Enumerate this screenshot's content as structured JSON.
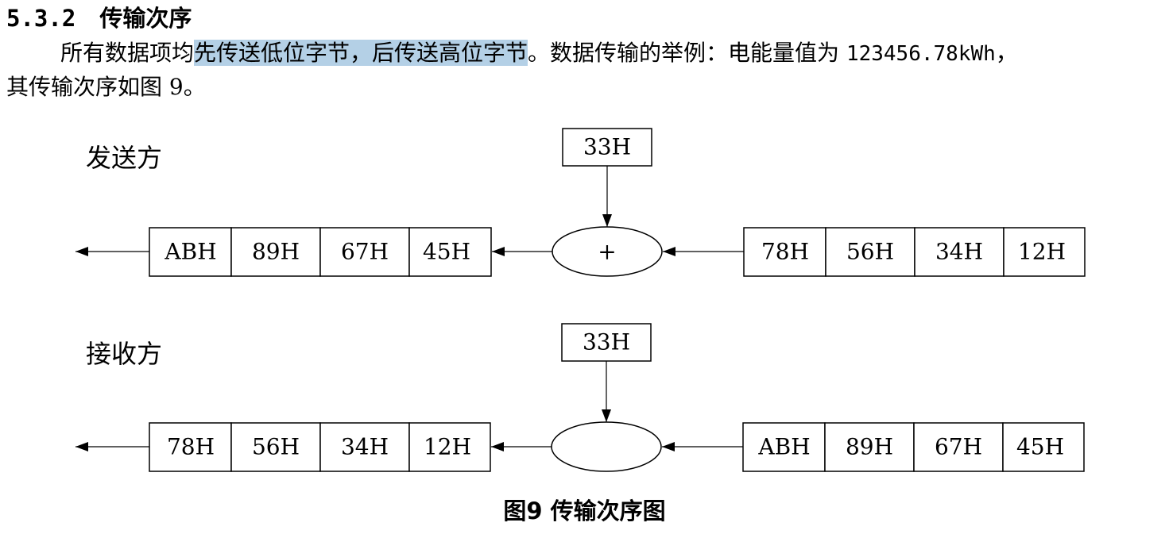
{
  "section": {
    "number": "5.3.2",
    "title": "传输次序"
  },
  "paragraph": {
    "line1_before": "所有数据项均",
    "line1_highlight": "先传送低位字节，后传送高位字节",
    "line1_after": "。数据传输的举例：电能量值为 ",
    "line1_value": "123456.78kWh",
    "line1_end": "，",
    "line2": "其传输次序如图 9。"
  },
  "figure": {
    "sender_label": "发送方",
    "receiver_label": "接收方",
    "sender": {
      "add_label": "33H",
      "operator": "+",
      "output_bytes": [
        "ABH",
        "89H",
        "67H",
        "45H"
      ],
      "input_bytes": [
        "78H",
        "56H",
        "34H",
        "12H"
      ]
    },
    "receiver": {
      "sub_label": "33H",
      "operator": "",
      "output_bytes": [
        "78H",
        "56H",
        "34H",
        "12H"
      ],
      "input_bytes": [
        "ABH",
        "89H",
        "67H",
        "45H"
      ]
    },
    "caption": "图9  传输次序图"
  },
  "colors": {
    "highlight": "#b4d0e6",
    "stroke": "#000000"
  }
}
